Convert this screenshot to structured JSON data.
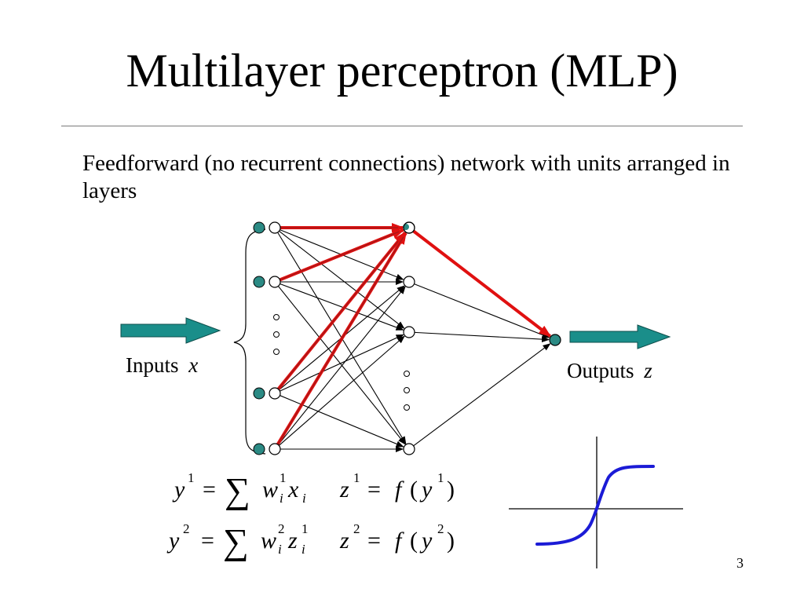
{
  "slide": {
    "title": "Multilayer perceptron (MLP)",
    "body": "Feedforward (no recurrent connections) network with units arranged in layers",
    "page_number": "3"
  },
  "network": {
    "inputs_label": "Inputs",
    "inputs_var": "x",
    "outputs_label": "Outputs",
    "outputs_var": "z",
    "arrow_color": "#1a8e8a",
    "input_node_color": "#2b8a84",
    "highlight_color": "#e01010",
    "highlight_inner_color": "#a01818"
  },
  "equations": {
    "eq1": {
      "lhs": "y",
      "lhs_sup": "1",
      "eq": "=",
      "sum": "∑",
      "w": "w",
      "w_sup": "1",
      "w_sub": "i",
      "v": "x",
      "v_sup": "",
      "v_sub": "i"
    },
    "eq2": {
      "lhs": "z",
      "lhs_sup": "1",
      "eq": "=",
      "f": "f",
      "open": "(",
      "arg": "y",
      "arg_sup": "1",
      "close": ")"
    },
    "eq3": {
      "lhs": "y",
      "lhs_sup": "2",
      "eq": "=",
      "sum": "∑",
      "w": "w",
      "w_sup": "2",
      "w_sub": "i",
      "v": "z",
      "v_sup": "1",
      "v_sub": "i"
    },
    "eq4": {
      "lhs": "z",
      "lhs_sup": "2",
      "eq": "=",
      "f": "f",
      "open": "(",
      "arg": "y",
      "arg_sup": "2",
      "close": ")"
    }
  },
  "sigmoid": {
    "curve_color": "#1b1bd6"
  }
}
